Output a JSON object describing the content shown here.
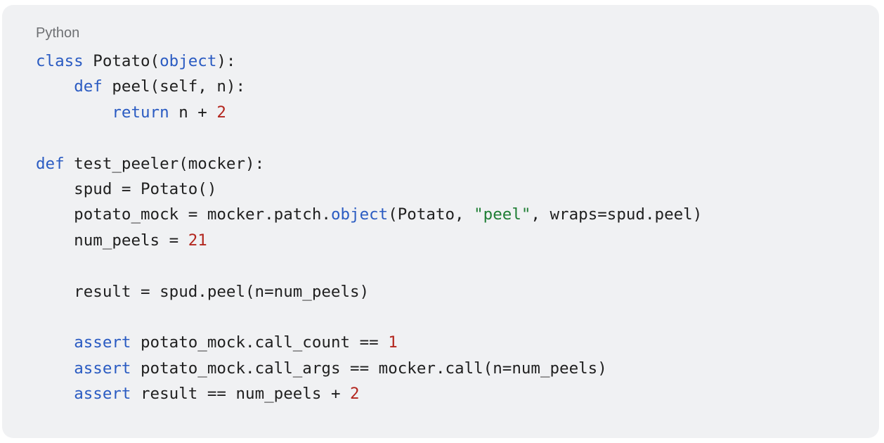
{
  "code_block": {
    "language": "Python",
    "lines": [
      [
        {
          "t": "class",
          "k": "kw"
        },
        {
          "t": " Potato(",
          "k": "plain"
        },
        {
          "t": "object",
          "k": "kw"
        },
        {
          "t": "):",
          "k": "plain"
        }
      ],
      [
        {
          "t": "    ",
          "k": "plain"
        },
        {
          "t": "def",
          "k": "kw"
        },
        {
          "t": " peel(self, n):",
          "k": "plain"
        }
      ],
      [
        {
          "t": "        ",
          "k": "plain"
        },
        {
          "t": "return",
          "k": "kw"
        },
        {
          "t": " n + ",
          "k": "plain"
        },
        {
          "t": "2",
          "k": "num"
        }
      ],
      [],
      [
        {
          "t": "def",
          "k": "kw"
        },
        {
          "t": " test_peeler(mocker):",
          "k": "plain"
        }
      ],
      [
        {
          "t": "    spud = Potato()",
          "k": "plain"
        }
      ],
      [
        {
          "t": "    potato_mock = mocker.patch.",
          "k": "plain"
        },
        {
          "t": "object",
          "k": "kw"
        },
        {
          "t": "(Potato, ",
          "k": "plain"
        },
        {
          "t": "\"peel\"",
          "k": "str"
        },
        {
          "t": ", wraps=spud.peel)",
          "k": "plain"
        }
      ],
      [
        {
          "t": "    num_peels = ",
          "k": "plain"
        },
        {
          "t": "21",
          "k": "num"
        }
      ],
      [],
      [
        {
          "t": "    result = spud.peel(n=num_peels)",
          "k": "plain"
        }
      ],
      [],
      [
        {
          "t": "    ",
          "k": "plain"
        },
        {
          "t": "assert",
          "k": "kw"
        },
        {
          "t": " potato_mock.call_count == ",
          "k": "plain"
        },
        {
          "t": "1",
          "k": "num"
        }
      ],
      [
        {
          "t": "    ",
          "k": "plain"
        },
        {
          "t": "assert",
          "k": "kw"
        },
        {
          "t": " potato_mock.call_args == mocker.call(n=num_peels)",
          "k": "plain"
        }
      ],
      [
        {
          "t": "    ",
          "k": "plain"
        },
        {
          "t": "assert",
          "k": "kw"
        },
        {
          "t": " result == num_peels + ",
          "k": "plain"
        },
        {
          "t": "2",
          "k": "num"
        }
      ]
    ]
  },
  "colors": {
    "background": "#f0f1f3",
    "keyword": "#2a5bc2",
    "number": "#b3261e",
    "string": "#1e7e34",
    "text": "#1f1f1f",
    "label": "#6e7073"
  }
}
